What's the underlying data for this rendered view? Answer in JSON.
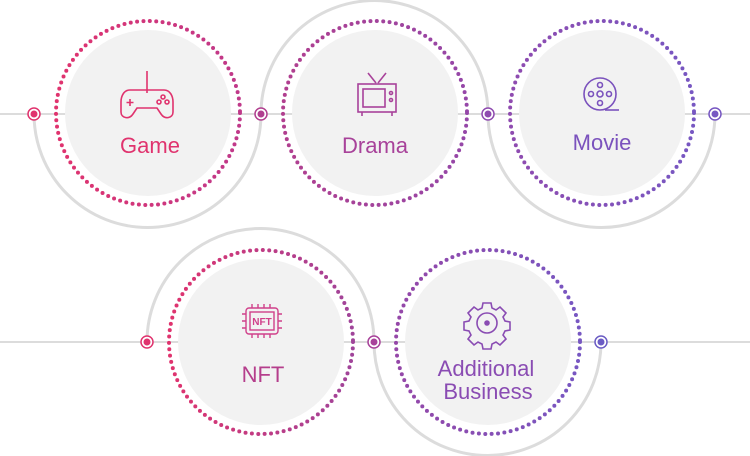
{
  "colors": {
    "pink": "#e0336e",
    "magenta": "#b13f8f",
    "purple": "#9547a8",
    "violet": "#7757c2",
    "track": "#dcdcdc",
    "fill": "#f2f2f2"
  },
  "items": [
    {
      "label": "Game",
      "icon": "gamepad-icon"
    },
    {
      "label": "Drama",
      "icon": "tv-icon"
    },
    {
      "label": "Movie",
      "icon": "film-reel-icon"
    },
    {
      "label": "NFT",
      "icon": "nft-chip-icon",
      "icon_text": "NFT"
    },
    {
      "label_line1": "Additional",
      "label_line2": "Business",
      "icon": "gear-icon"
    }
  ]
}
